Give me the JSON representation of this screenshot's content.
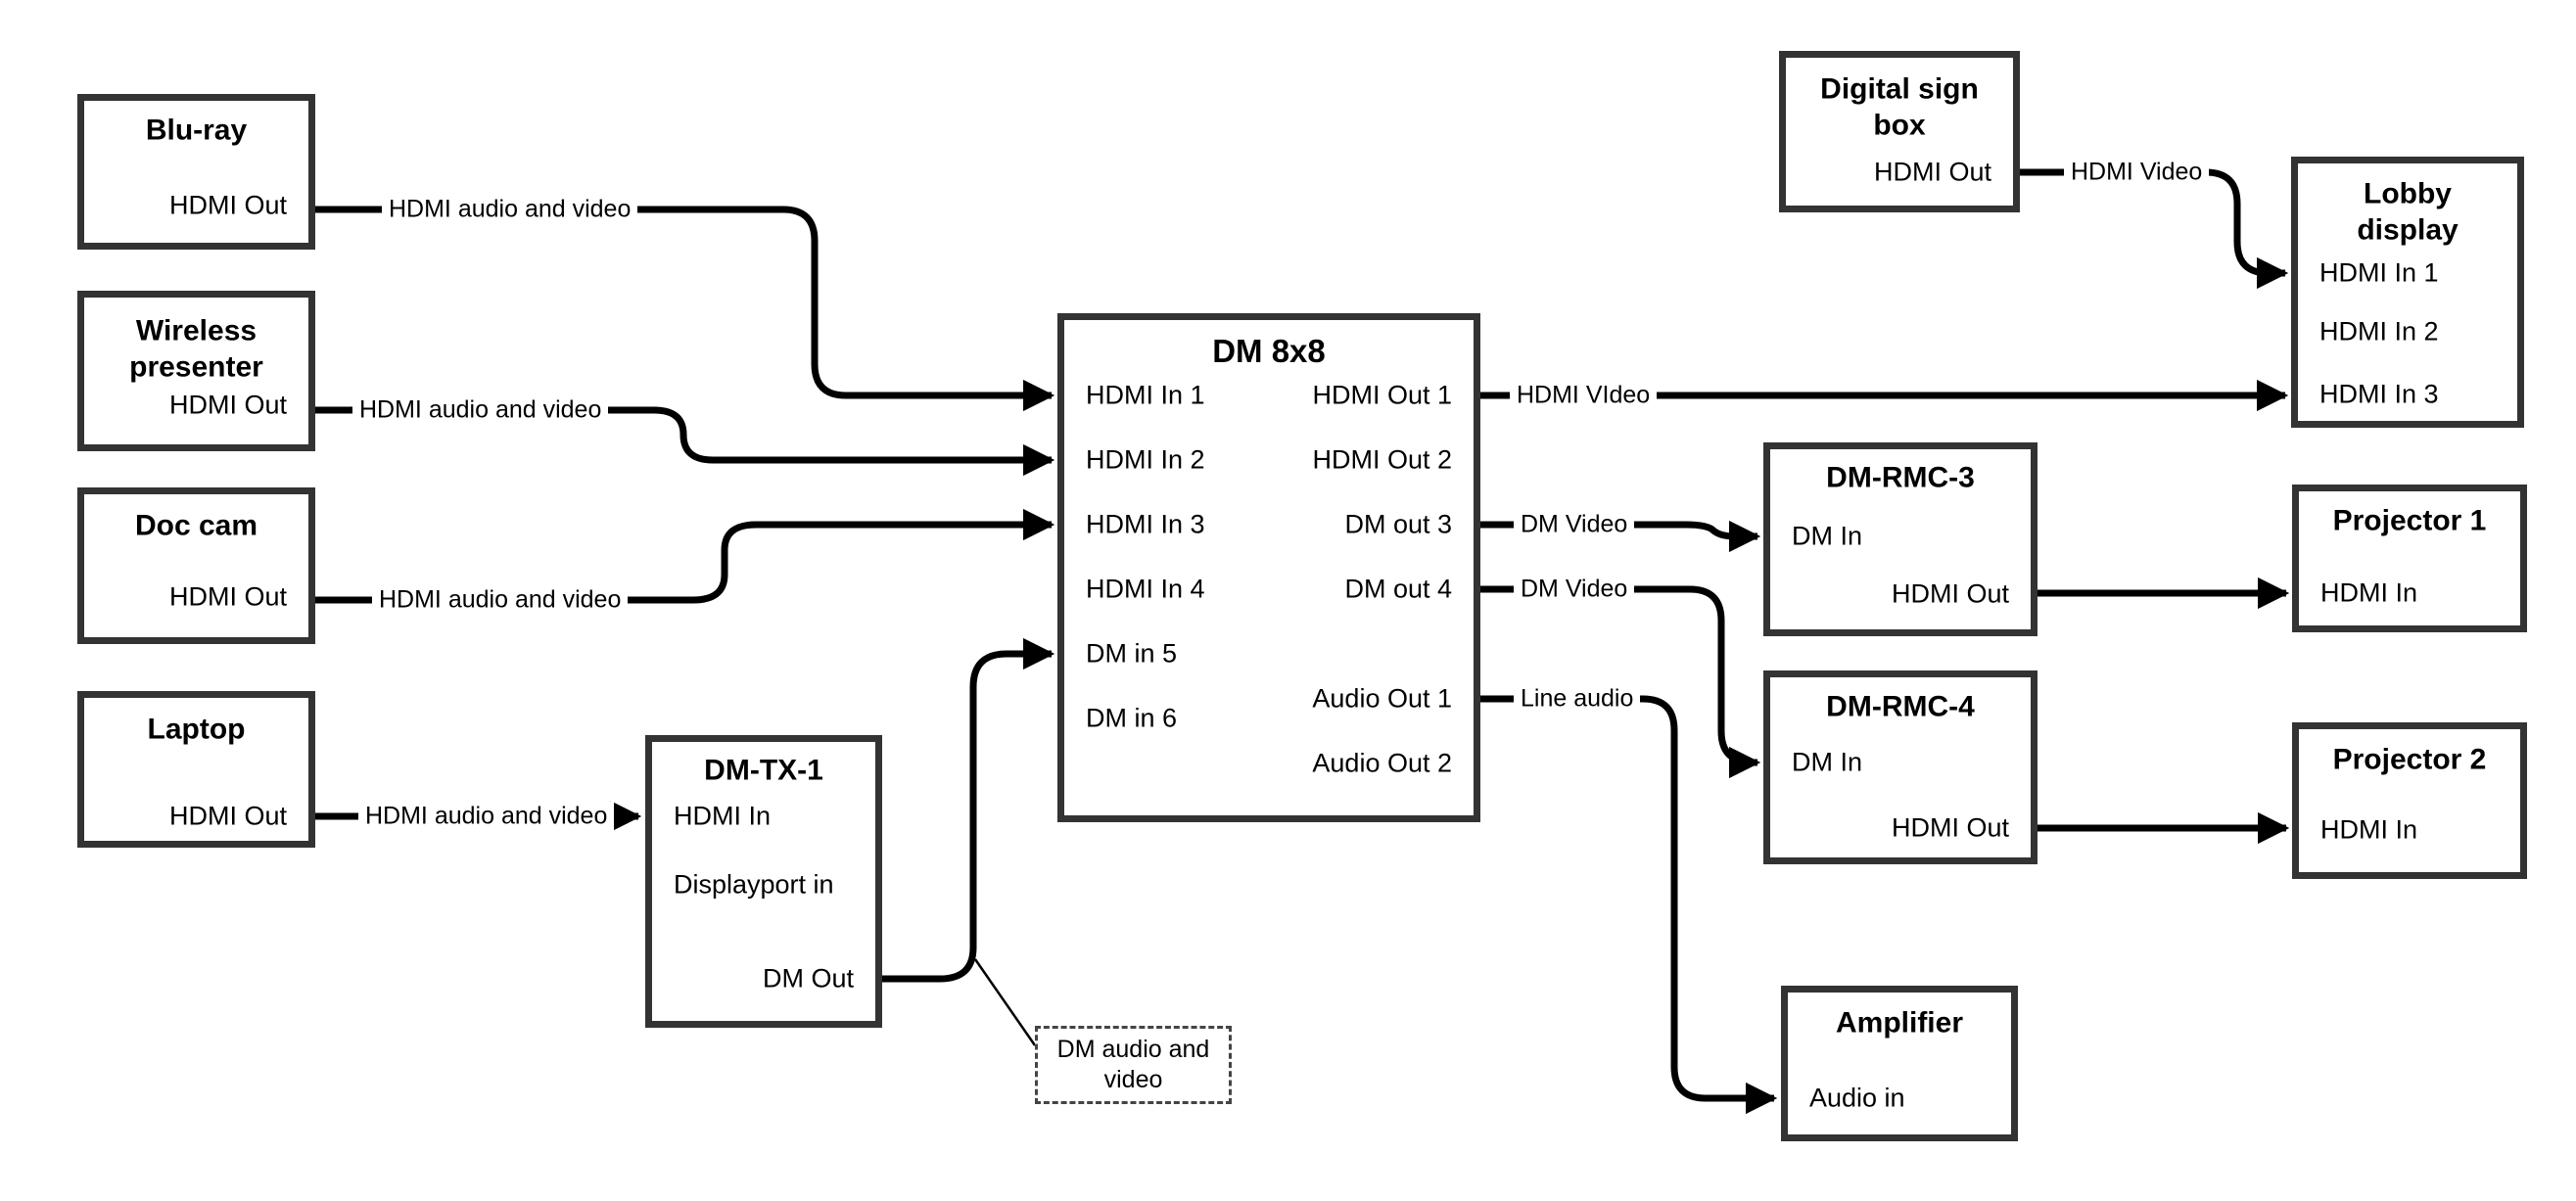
{
  "colors": {
    "box_border": "#333333",
    "wire": "#000000",
    "text": "#000000",
    "background": "#ffffff"
  },
  "nodes": [
    {
      "id": "bluray",
      "title": "Blu-ray",
      "ports": [
        "HDMI Out"
      ]
    },
    {
      "id": "wireless",
      "title": "Wireless presenter",
      "ports": [
        "HDMI Out"
      ]
    },
    {
      "id": "doccam",
      "title": "Doc cam",
      "ports": [
        "HDMI Out"
      ]
    },
    {
      "id": "laptop",
      "title": "Laptop",
      "ports": [
        "HDMI Out"
      ]
    },
    {
      "id": "dm-tx-1",
      "title": "DM-TX-1",
      "ports": [
        "HDMI In",
        "Displayport in",
        "DM Out"
      ]
    },
    {
      "id": "dm-8x8",
      "title": "DM 8x8",
      "inputs": [
        "HDMI In 1",
        "HDMI In 2",
        "HDMI In 3",
        "HDMI In 4",
        "DM in 5",
        "DM in 6"
      ],
      "outputs": [
        "HDMI Out 1",
        "HDMI Out 2",
        "DM out 3",
        "DM out 4",
        "Audio Out 1",
        "Audio Out 2"
      ]
    },
    {
      "id": "digital-sign-box",
      "title": "Digital sign box",
      "ports": [
        "HDMI Out"
      ]
    },
    {
      "id": "lobby-display",
      "title": "Lobby display",
      "ports": [
        "HDMI In 1",
        "HDMI In 2",
        "HDMI In 3"
      ]
    },
    {
      "id": "dm-rmc-3",
      "title": "DM-RMC-3",
      "ports": [
        "DM In",
        "HDMI Out"
      ]
    },
    {
      "id": "projector-1",
      "title": "Projector 1",
      "ports": [
        "HDMI In"
      ]
    },
    {
      "id": "dm-rmc-4",
      "title": "DM-RMC-4",
      "ports": [
        "DM In",
        "HDMI Out"
      ]
    },
    {
      "id": "projector-2",
      "title": "Projector 2",
      "ports": [
        "HDMI In"
      ]
    },
    {
      "id": "amplifier",
      "title": "Amplifier",
      "ports": [
        "Audio in"
      ]
    }
  ],
  "connections": [
    {
      "label": "HDMI audio and video",
      "from": "Blu-ray HDMI Out",
      "to": "DM 8x8 HDMI In 1"
    },
    {
      "label": "HDMI audio and video",
      "from": "Wireless presenter HDMI Out",
      "to": "DM 8x8 HDMI In 2"
    },
    {
      "label": "HDMI audio and video",
      "from": "Doc cam HDMI Out",
      "to": "DM 8x8 HDMI In 3"
    },
    {
      "label": "HDMI audio and video",
      "from": "Laptop HDMI Out",
      "to": "DM-TX-1 HDMI In"
    },
    {
      "label": "",
      "from": "DM-TX-1 DM Out",
      "to": "DM 8x8 DM in 5"
    },
    {
      "label": "HDMI VIdeo",
      "from": "DM 8x8 HDMI Out 1",
      "to": "Lobby display HDMI In 3"
    },
    {
      "label": "DM Video",
      "from": "DM 8x8 DM out 3",
      "to": "DM-RMC-3 DM In"
    },
    {
      "label": "DM Video",
      "from": "DM 8x8 DM out 4",
      "to": "DM-RMC-4 DM In"
    },
    {
      "label": "Line audio",
      "from": "DM 8x8 Audio Out 1",
      "to": "Amplifier Audio in"
    },
    {
      "label": "HDMI Video",
      "from": "Digital sign box HDMI Out",
      "to": "Lobby display HDMI In 1"
    },
    {
      "label": "",
      "from": "DM-RMC-3 HDMI Out",
      "to": "Projector 1 HDMI In"
    },
    {
      "label": "",
      "from": "DM-RMC-4 HDMI Out",
      "to": "Projector 2 HDMI In"
    }
  ],
  "note": {
    "text": "DM audio and video"
  }
}
